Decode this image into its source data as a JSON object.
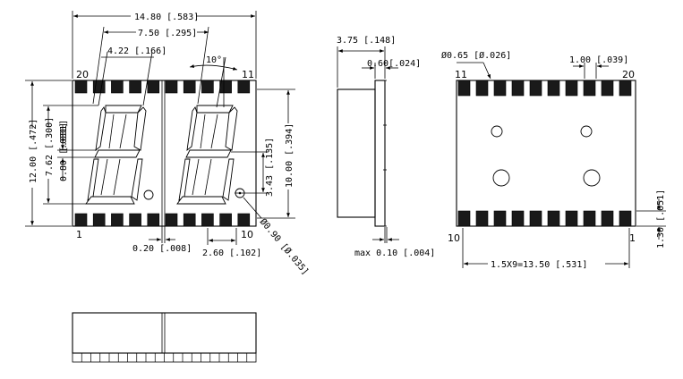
{
  "front_view": {
    "overall_width": "14.80 [.583]",
    "digit_pitch": "7.50 [.295]",
    "digit_width": "4.22 [.166]",
    "slant_angle": "10°",
    "overall_height": "12.00 [.472]",
    "digit_height": "7.62 [.300]",
    "segment_width": "0.80 [.031]",
    "body_height": "10.00 [.394]",
    "dp_height": "3.43 [.135]",
    "gap": "0.20 [.008]",
    "pin_spacing": "2.60 [.102]",
    "dp_diameter": "Ø0.90 [Ø.035]",
    "pin_20": "20",
    "pin_11": "11",
    "pin_1": "1",
    "pin_10": "10"
  },
  "side_view": {
    "depth": "3.75 [.148]",
    "flange": "0.60[.024]",
    "lead_thickness": "max  0.10 [.004]"
  },
  "bottom_view": {
    "hole_diameter": "Ø0.65 [Ø.026]",
    "pad_width": "1.00 [.039]",
    "pad_length": "1.30 [.051]",
    "pad_pitch_total": "1.5X9=13.50 [.531]",
    "pin_11": "11",
    "pin_20": "20",
    "pin_10": "10",
    "pin_1": "1"
  }
}
